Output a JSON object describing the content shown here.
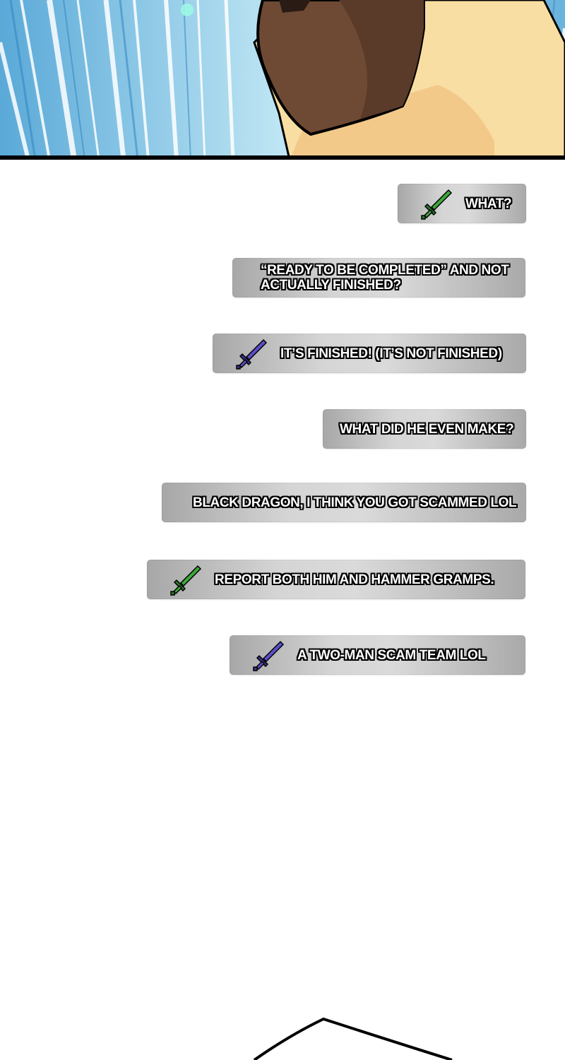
{
  "comic": {
    "panel": {
      "description_icon": "character-with-brown-mask-icon"
    },
    "messages": [
      {
        "text": "WHAT?",
        "icon": "green-sword-icon",
        "icon_color": "#2f8a2c"
      },
      {
        "text": "“READY TO BE COMPLETED” AND NOT\nACTUALLY FINISHED?",
        "icon": "",
        "icon_color": ""
      },
      {
        "text": "IT’S FINISHED! (IT’S NOT FINISHED)",
        "icon": "purple-sword-icon",
        "icon_color": "#4a3fa8"
      },
      {
        "text": "WHAT DID HE EVEN MAKE?",
        "icon": "",
        "icon_color": ""
      },
      {
        "text": "BLACK DRAGON, I THINK YOU GOT SCAMMED LOL",
        "icon": "",
        "icon_color": ""
      },
      {
        "text": "REPORT BOTH HIM AND HAMMER GRAMPS.",
        "icon": "green-sword-icon",
        "icon_color": "#2f8a2c"
      },
      {
        "text": "A TWO-MAN SCAM TEAM LOL",
        "icon": "purple-sword-icon",
        "icon_color": "#4a3fa8"
      }
    ]
  }
}
